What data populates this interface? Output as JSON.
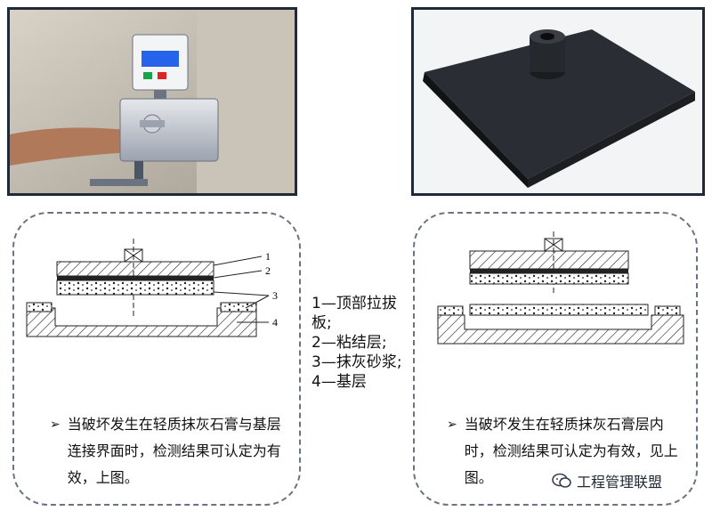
{
  "photos": {
    "left": {
      "icon": "pull-tester-photo"
    },
    "right": {
      "icon": "steel-plate-photo"
    }
  },
  "diagram_left": {
    "labels": [
      "1",
      "2",
      "3",
      "4"
    ]
  },
  "legend": {
    "items": [
      "1—顶部拉拔板;",
      "2—粘结层;",
      "3—抹灰砂浆;",
      "4—基层"
    ]
  },
  "bullets": {
    "left": "当破坏发生在轻质抹灰石膏与基层连接界面时，检测结果可认定为有效，上图。",
    "right": "当破坏发生在轻质抹灰石膏层内时，检测结果可认定为有效，见上图。"
  },
  "watermark": {
    "text": "工程管理联盟"
  },
  "colors": {
    "frame": "#1f2937",
    "panel_border": "#6b7280",
    "plate_dark": "#2a2d33"
  }
}
